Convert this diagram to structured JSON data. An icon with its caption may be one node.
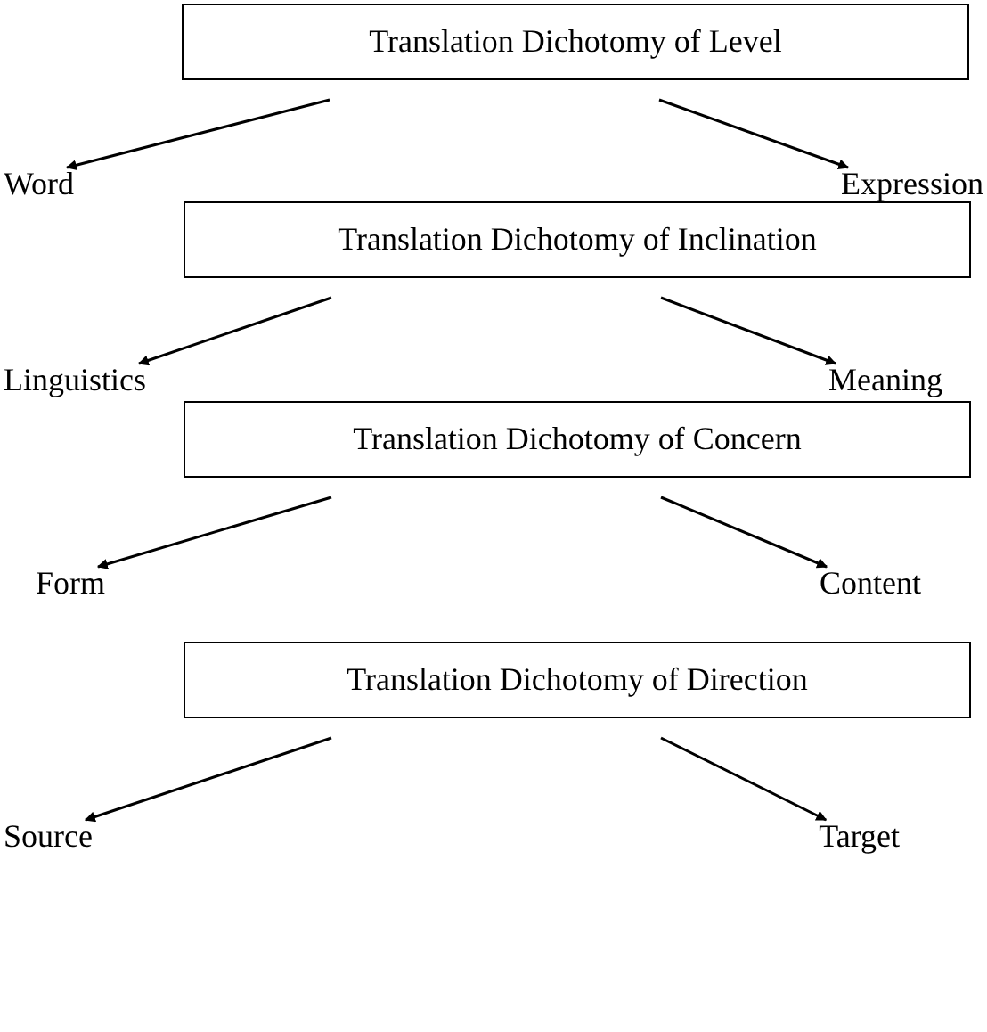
{
  "diagram": {
    "nodes": [
      {
        "text": [
          "Translation Dichotomy of Level"
        ]
      },
      {
        "text": [
          "Word"
        ]
      },
      {
        "text": [
          "Expression"
        ]
      },
      {
        "text": [
          "Translation Dichotomy of Inclination"
        ]
      },
      {
        "text": [
          "Linguistics"
        ]
      },
      {
        "text": [
          "Meaning"
        ]
      },
      {
        "text": [
          "Translation Dichotomy of Concern"
        ]
      },
      {
        "text": [
          "Form"
        ]
      },
      {
        "text": [
          "Content"
        ]
      },
      {
        "text": [
          "Translation Dichotomy of Direction"
        ]
      },
      {
        "text": [
          "Source"
        ]
      },
      {
        "text": [
          "Target"
        ]
      }
    ],
    "edges": [
      {
        "from": 0,
        "to": 1,
        "arrow": "to"
      },
      {
        "from": 0,
        "to": 2,
        "arrow": "to"
      },
      {
        "from": 3,
        "to": 4,
        "arrow": "to"
      },
      {
        "from": 3,
        "to": 5,
        "arrow": "to"
      },
      {
        "from": 6,
        "to": 7,
        "arrow": "to"
      },
      {
        "from": 6,
        "to": 8,
        "arrow": "to"
      },
      {
        "from": 9,
        "to": 10,
        "arrow": "to"
      },
      {
        "from": 9,
        "to": 11,
        "arrow": "to"
      }
    ]
  }
}
